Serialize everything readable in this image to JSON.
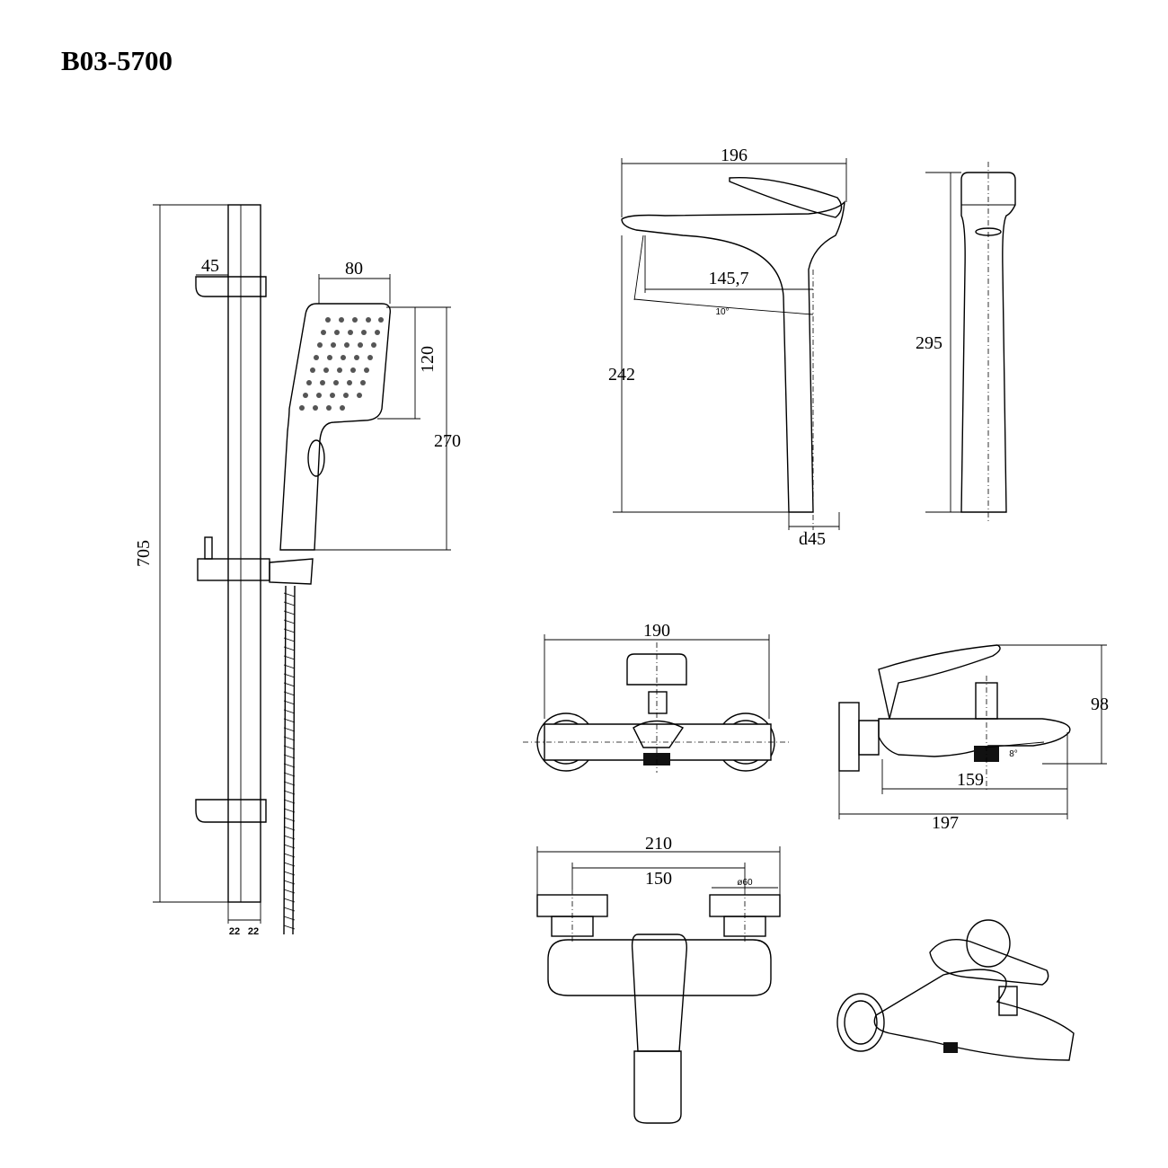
{
  "title": "B03-5700",
  "shower_set": {
    "rail_height": "705",
    "bracket_depth": "45",
    "head_width": "80",
    "head_face_height": "120",
    "hand_shower_length": "270",
    "rail_width_left": "22",
    "rail_width_right": "22"
  },
  "basin_mixer": {
    "width": "196",
    "spout_reach": "145,7",
    "spout_angle": "10°",
    "spout_height": "242",
    "base_diameter": "d45",
    "total_height": "295"
  },
  "bath_mixer_top": {
    "width": "190"
  },
  "bath_mixer_side": {
    "height": "98",
    "spout_reach": "159",
    "total_depth": "197",
    "spout_angle": "8°"
  },
  "bath_mixer_front": {
    "width": "210",
    "connection_spacing": "150",
    "flange_diameter": "ø60"
  }
}
